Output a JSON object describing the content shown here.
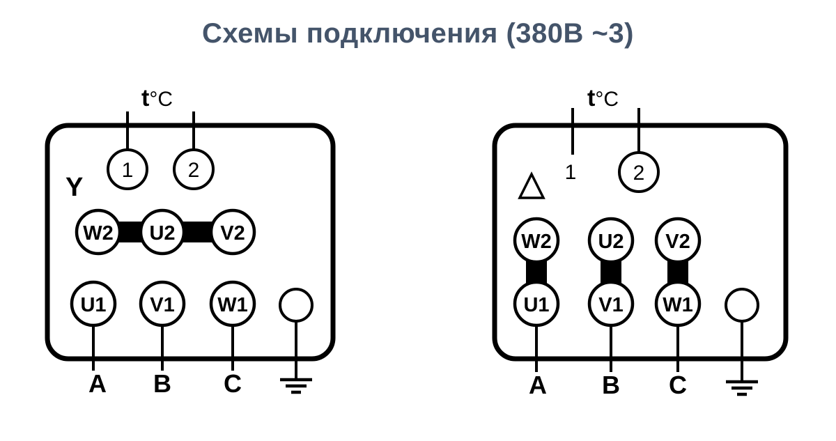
{
  "title": "Схемы подключения (380В ~3)",
  "colors": {
    "title": "#44546a",
    "stroke": "#000000",
    "background": "#ffffff"
  },
  "diagrams": [
    {
      "id": "star",
      "symbol": "Y",
      "thermal": {
        "label_t": "t",
        "label_unit": "°C",
        "terminals": [
          "1",
          "2"
        ]
      },
      "top_row": [
        "W2",
        "U2",
        "V2"
      ],
      "bottom_row": [
        "U1",
        "V1",
        "W1"
      ],
      "phases": [
        "A",
        "B",
        "C"
      ],
      "jumpers": [
        [
          "W2",
          "U2"
        ],
        [
          "U2",
          "V2"
        ]
      ],
      "jumper_orientation": "horizontal"
    },
    {
      "id": "delta",
      "symbol": "Δ",
      "thermal": {
        "label_t": "t",
        "label_unit": "°C",
        "terminals": [
          "1",
          "2"
        ]
      },
      "top_row": [
        "W2",
        "U2",
        "V2"
      ],
      "bottom_row": [
        "U1",
        "V1",
        "W1"
      ],
      "phases": [
        "A",
        "B",
        "C"
      ],
      "jumpers": [
        [
          "W2",
          "U1"
        ],
        [
          "U2",
          "V1"
        ],
        [
          "V2",
          "W1"
        ]
      ],
      "jumper_orientation": "vertical"
    }
  ]
}
